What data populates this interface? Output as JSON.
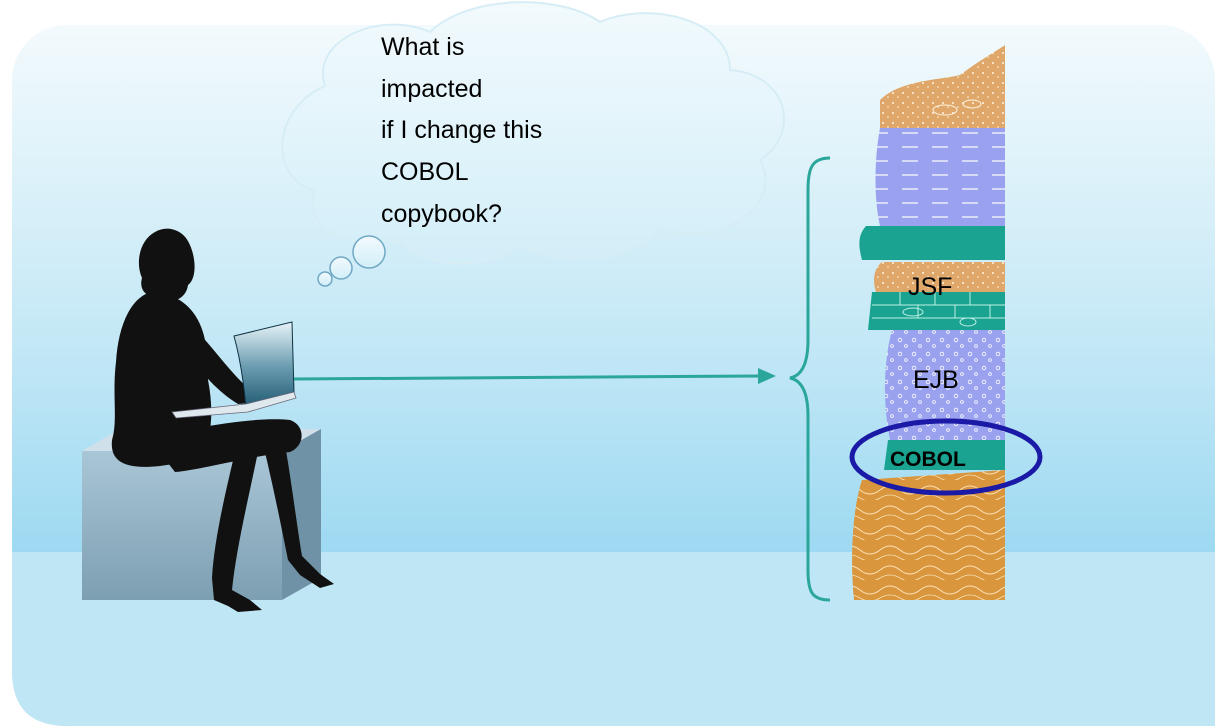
{
  "thought_bubble": {
    "lines": [
      "What is",
      "impacted",
      "if I change this",
      "COBOL",
      "copybook?"
    ]
  },
  "stack_layers": {
    "jsf": "JSF",
    "ejb": "EJB",
    "cobol": "COBOL"
  },
  "colors": {
    "sky_top": "#eef8fc",
    "sky_bottom": "#7dcdee",
    "floor": "#bfe6f5",
    "arrow": "#2aa69a",
    "highlight_ellipse": "#1a1aa6",
    "layer_tan": "#dfa86a",
    "layer_purple": "#9aa2ef",
    "layer_teal": "#1aa390"
  }
}
